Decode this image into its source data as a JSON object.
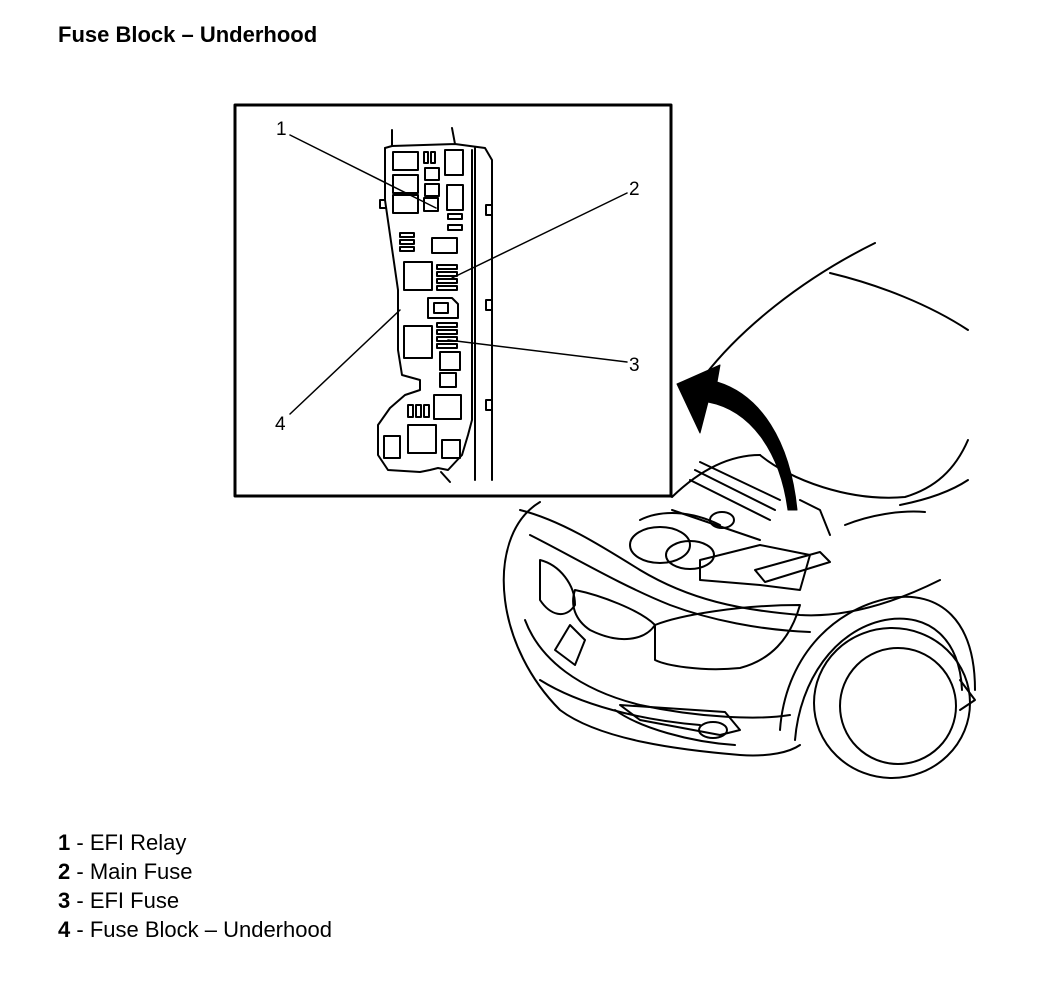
{
  "title": "Fuse Block – Underhood",
  "callouts": [
    "1",
    "2",
    "3",
    "4"
  ],
  "legend": [
    {
      "num": "1",
      "sep": " - ",
      "label": "EFI Relay"
    },
    {
      "num": "2",
      "sep": " - ",
      "label": "Main Fuse"
    },
    {
      "num": "3",
      "sep": " - ",
      "label": "EFI Fuse"
    },
    {
      "num": "4",
      "sep": " - ",
      "label": "Fuse Block – Underhood"
    }
  ]
}
